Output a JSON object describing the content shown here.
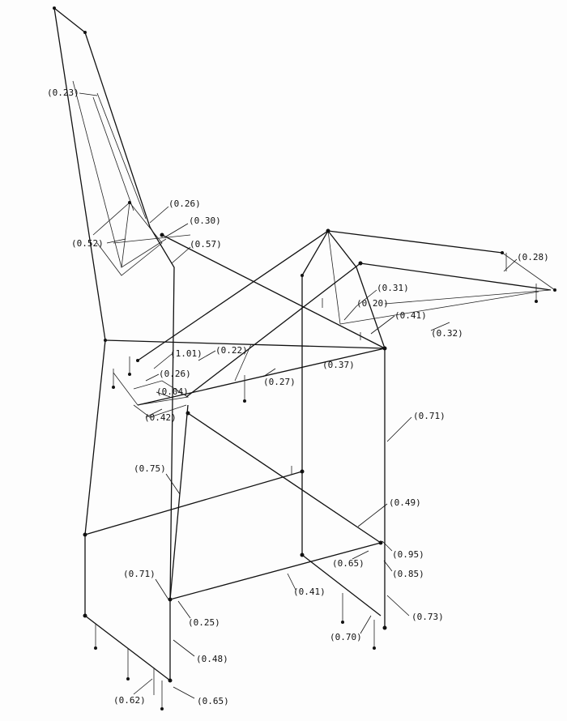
{
  "diagram": {
    "labels": [
      {
        "id": "l1",
        "text": "(0.23)"
      },
      {
        "id": "l2",
        "text": "(0.26)"
      },
      {
        "id": "l3",
        "text": "(0.30)"
      },
      {
        "id": "l4",
        "text": "(0.52)"
      },
      {
        "id": "l5",
        "text": "(0.57)"
      },
      {
        "id": "l6",
        "text": "(0.28)"
      },
      {
        "id": "l7",
        "text": "(0.31)"
      },
      {
        "id": "l8",
        "text": "(0.20)"
      },
      {
        "id": "l9",
        "text": "(0.41)"
      },
      {
        "id": "l10",
        "text": "(0.32)"
      },
      {
        "id": "l11",
        "text": "(1.01)"
      },
      {
        "id": "l12",
        "text": "(0.22)"
      },
      {
        "id": "l13",
        "text": "(0.26)"
      },
      {
        "id": "l14",
        "text": "(0.37)"
      },
      {
        "id": "l15",
        "text": "(0.27)"
      },
      {
        "id": "l16",
        "text": "(0.04)"
      },
      {
        "id": "l17",
        "text": "(0.42)"
      },
      {
        "id": "l18",
        "text": "(0.71)"
      },
      {
        "id": "l19",
        "text": "(0.75)"
      },
      {
        "id": "l20",
        "text": "(0.49)"
      },
      {
        "id": "l21",
        "text": "(0.95)"
      },
      {
        "id": "l22",
        "text": "(0.65)"
      },
      {
        "id": "l23",
        "text": "(0.85)"
      },
      {
        "id": "l24",
        "text": "(0.71)"
      },
      {
        "id": "l25",
        "text": "(0.41)"
      },
      {
        "id": "l26",
        "text": "(0.25)"
      },
      {
        "id": "l27",
        "text": "(0.73)"
      },
      {
        "id": "l28",
        "text": "(0.70)"
      },
      {
        "id": "l29",
        "text": "(0.48)"
      },
      {
        "id": "l30",
        "text": "(0.62)"
      },
      {
        "id": "l31",
        "text": "(0.65)"
      }
    ]
  }
}
